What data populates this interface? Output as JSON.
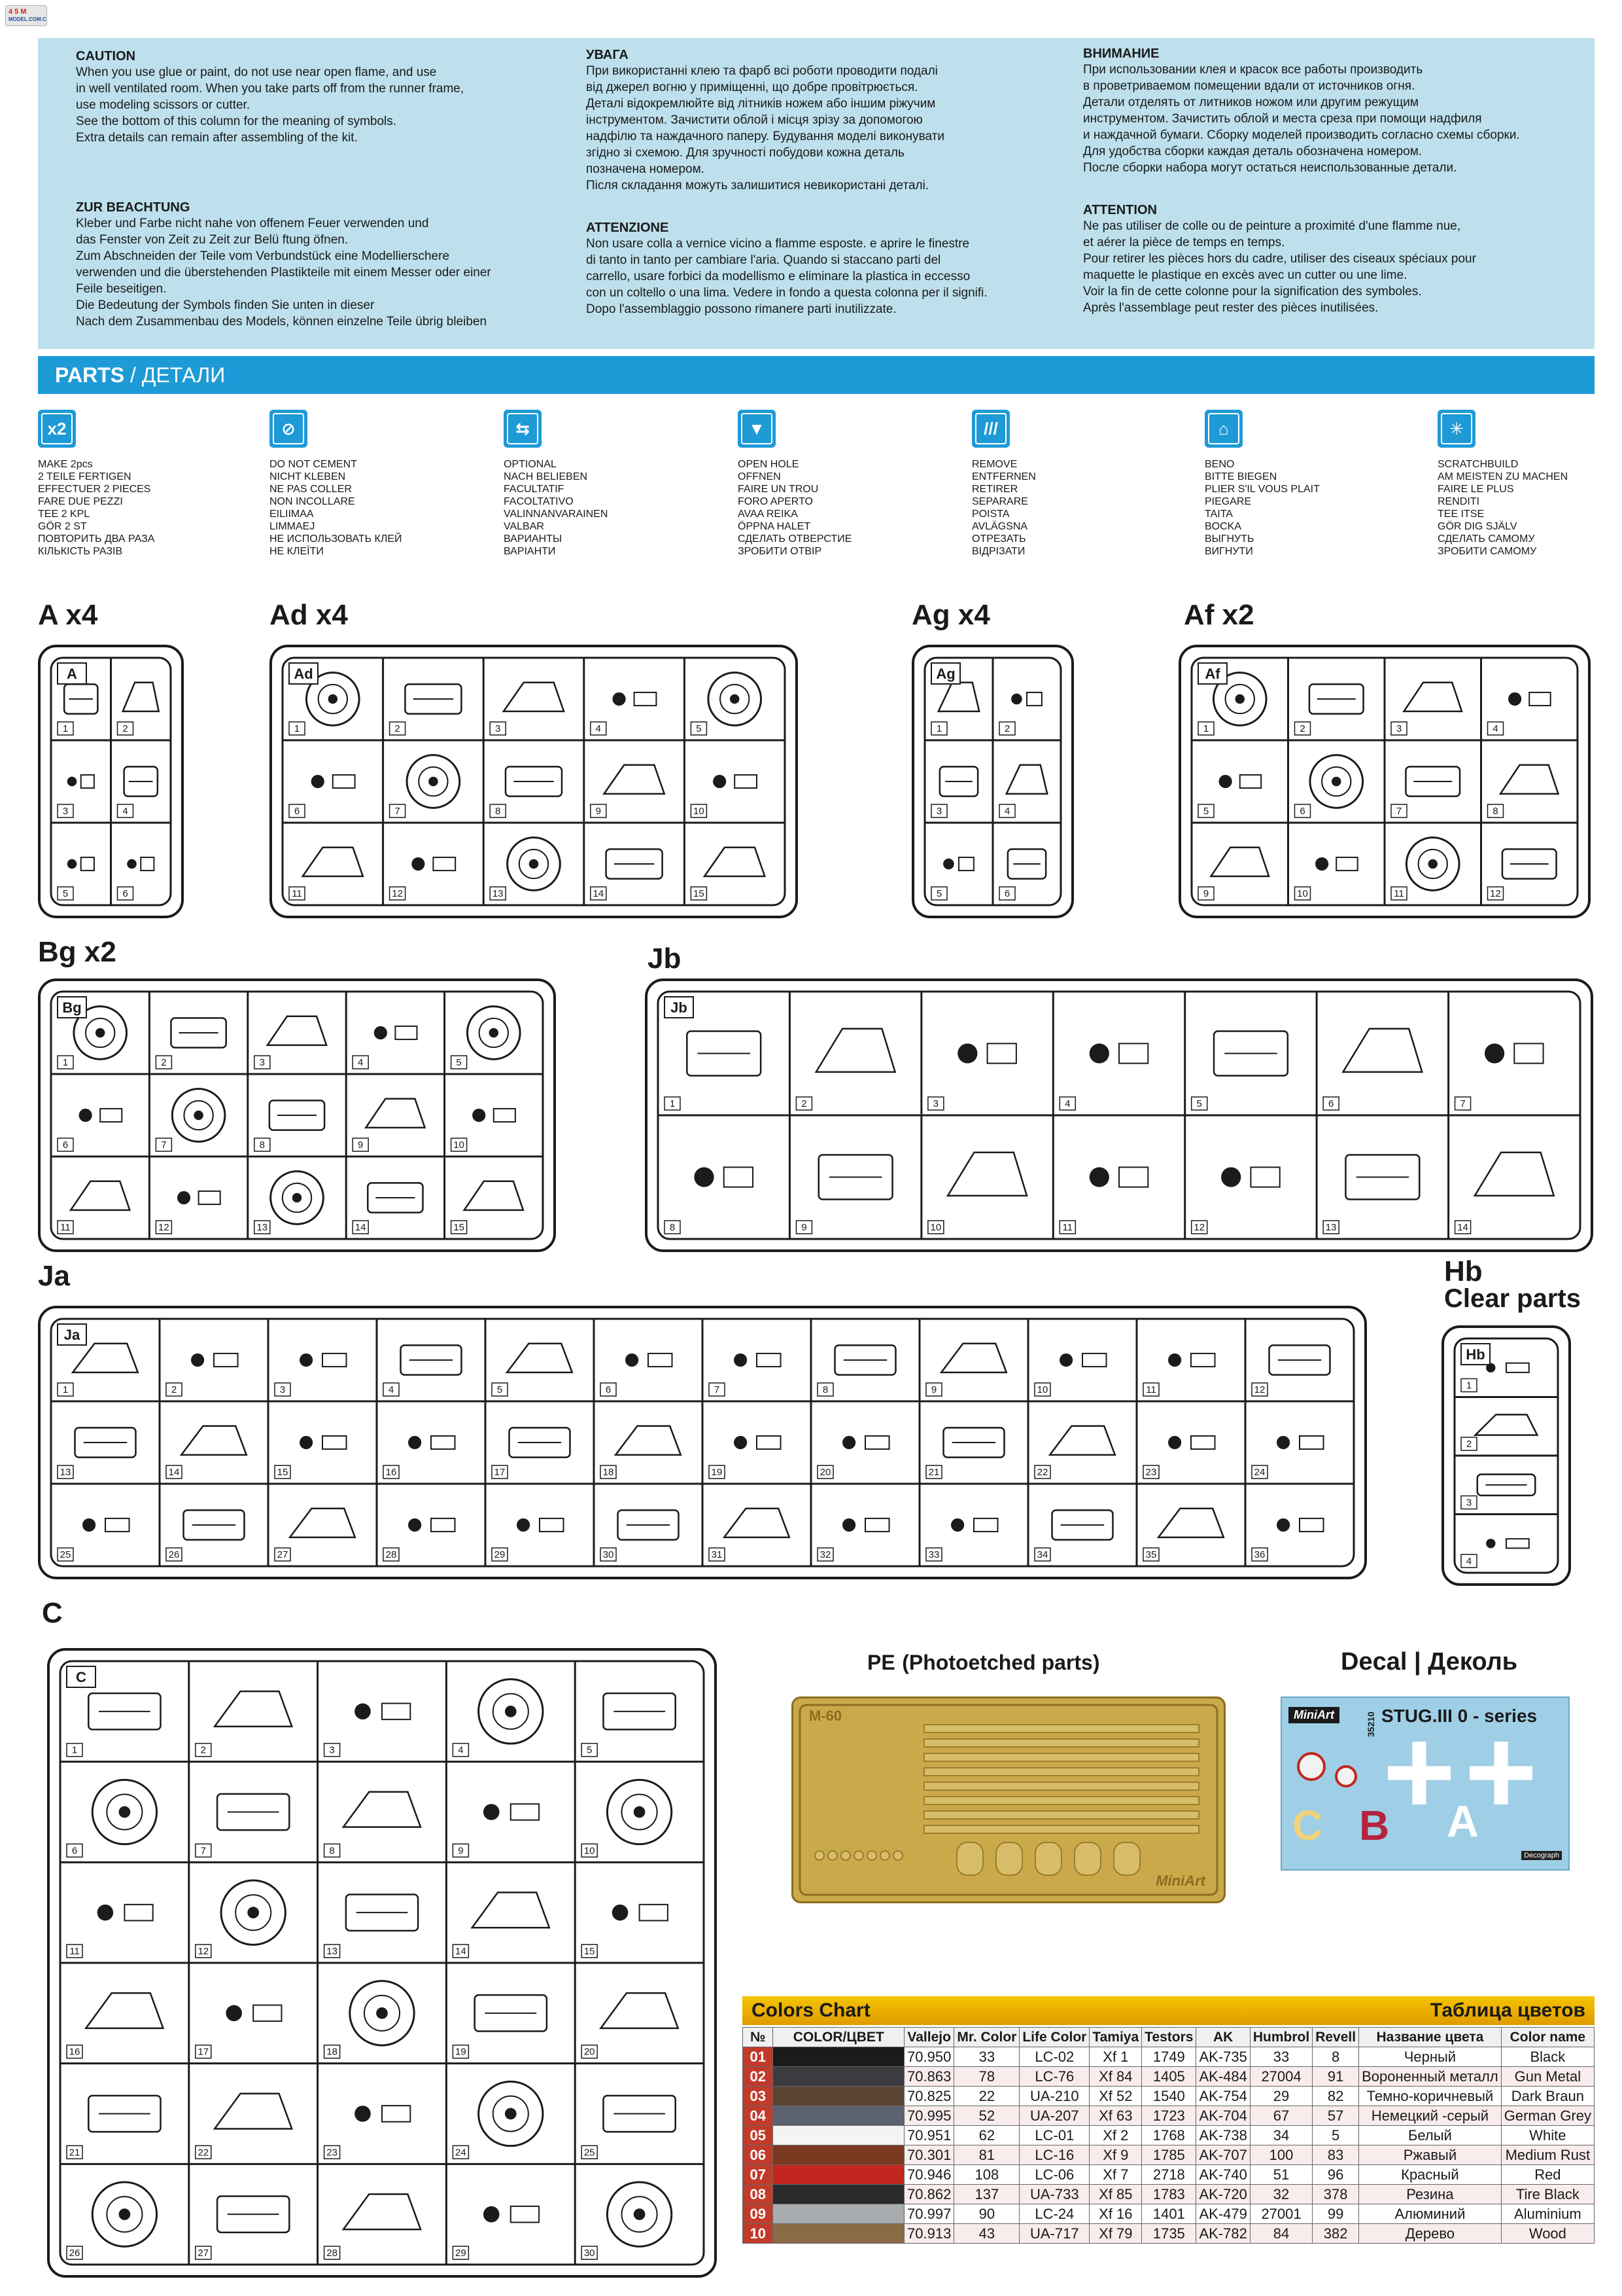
{
  "logo": {
    "mark": "4 5 M",
    "text": "MODEL.COM.CN"
  },
  "caution": {
    "en": {
      "title": "CAUTION",
      "lines": [
        "When you use glue or paint, do not use near open flame, and use",
        "in well ventilated room. When you take parts off from the runner frame,",
        "use modeling scissors or cutter.",
        "See the bottom of this column for the meaning of symbols.",
        "Extra details can remain after assembling of the kit."
      ]
    },
    "de": {
      "title": "ZUR BEACHTUNG",
      "lines": [
        "Kleber und Farbe nicht nahe von offenem Feuer verwenden und",
        "das Fenster von Zeit zu Zeit zur Belü ftung öfnen.",
        "Zum Abschneiden der Teile vom Verbundstück eine Modellierschere",
        "verwenden und die überstehenden Plastikteile mit einem Messer oder einer",
        "Feile beseitigen.",
        "Die Bedeutung der Symbols finden Sie unten in dieser",
        "Nach dem Zusammenbau des Models, können einzelne Teile übrig bleiben"
      ]
    },
    "ua": {
      "title": "УВАГА",
      "lines": [
        "При використанні клею та фарб всі роботи проводити подалі",
        "від джерел вогню у приміщенні, що добре провітрюється.",
        "Деталі відокремлюйте від літників ножем або іншим ріжучим",
        "інструментом. Зачистити облой і місця зрізу за допомогою",
        "надфілю та наждачного паперу. Будування моделі виконувати",
        "згідно зі схемою. Для зручності побудови кожна деталь",
        "позначена номером.",
        "Після складання можуть залишитися невикористані деталі."
      ]
    },
    "it": {
      "title": "ATTENZIONE",
      "lines": [
        "Non usare colla a vernice vicino a flamme esposte. e aprire le finestre",
        "di tanto in tanto per cambiare l'aria. Quando si staccano parti del",
        "carrello, usare forbici da modellismo e eliminare la plastica in eccesso",
        "con un coltello o una lima. Vedere in fondo a questa colonna  per il signifi.",
        "Dopo l'assemblaggio possono rimanere parti inutilizzate."
      ]
    },
    "ru": {
      "title": "ВНИМАНИЕ",
      "lines": [
        "При использовании клея и красок все работы производить",
        "в проветриваемом помещении вдали от источников огня.",
        "Детали отделять от литников ножом или другим режущим",
        "инструментом. Зачистить облой и места среза при помощи надфиля",
        "и наждачной бумаги. Сборку моделей производить согласно схемы сборки.",
        "Для удобства сборки каждая деталь обозначена номером.",
        "После сборки набора могут остаться неиспользованные детали."
      ]
    },
    "fr": {
      "title": "ATTENTION",
      "lines": [
        "Ne pas utiliser de colle ou de peinture a proximité d'une flamme nue,",
        "et aérer la pièce de temps en temps.",
        "Pour retirer les pièces hors du cadre, utiliser des ciseaux spéciaux pour",
        "maquette le plastique en excès avec un cutter ou une lime.",
        "Voir la fin de cette colonne pour la signification des symboles.",
        "Après l'assemblage peut rester des pièces inutilisées."
      ]
    }
  },
  "parts_bar": {
    "title": "PARTS",
    "sep": " / ",
    "title_ru": "ДЕТАЛИ"
  },
  "symbols": [
    {
      "icon": "x2",
      "name": "make-2pcs",
      "lines": [
        "MAKE 2pcs",
        "2 TEILE FERTIGEN",
        "EFFECTUER 2 PIECES",
        "FARE DUE PEZZI",
        "TEE 2 KPL",
        "GÖR 2 ST",
        "ПОВТОРИТЬ ДВА РАЗА",
        "КІЛЬКІСТЬ РАЗІВ"
      ]
    },
    {
      "icon": "⊘",
      "name": "no-cement",
      "lines": [
        "DO NOT CEMENT",
        "NICHT KLEBEN",
        "NE PAS COLLER",
        "NON INCOLLARE",
        "EILIIMAA",
        "LIMMAEJ",
        "НЕ ИСПОЛЬЗОВАТЬ КЛЕЙ",
        "НЕ КЛЕЇТИ"
      ]
    },
    {
      "icon": "⇆",
      "name": "optional",
      "lines": [
        "OPTIONAL",
        "NACH BELIEBEN",
        "FACULTATIF",
        "FACOLTATIVO",
        "VALINNANVARAINEN",
        "VALBAR",
        "ВАРИАНТЫ",
        "ВАРІАНТИ"
      ]
    },
    {
      "icon": "▼",
      "name": "open-hole",
      "lines": [
        "OPEN  HOLE",
        "OFFNEN",
        "FAIRE UN TROU",
        "FORO APERTO",
        "AVAA REIKA",
        "ÖPPNA HALET",
        "СДЕЛАТЬ ОТВЕРСТИЕ",
        "ЗРОБИТИ ОТВІР"
      ]
    },
    {
      "icon": "///",
      "name": "remove",
      "lines": [
        "REMOVE",
        "ENTFERNEN",
        "RETIRER",
        "SEPARARE",
        "POISTA",
        "AVLÄGSNA",
        "ОТРЕЗАТЬ",
        "ВІДРІЗАТИ"
      ]
    },
    {
      "icon": "⌂",
      "name": "bend",
      "lines": [
        "BENO",
        "BITTE BIEGEN",
        "PLIER S'IL VOUS PLAIT",
        "PIEGARE",
        "TAITA",
        "BOCKA",
        "ВЫГНУТЬ",
        "ВИГНУТИ"
      ]
    },
    {
      "icon": "✳",
      "name": "scratchbuild",
      "lines": [
        "SCRATCHBUILD",
        "AM MEISTEN ZU MACHEN",
        "FAIRE LE PLUS",
        "RENDITI",
        "TEE ITSE",
        "GÖR DIG SJÄLV",
        "СДЕЛАТЬ САМОМУ",
        "ЗРОБИТИ САМОМУ"
      ]
    }
  ],
  "sprues": {
    "a": {
      "label": "A x4",
      "tag": "A"
    },
    "ad": {
      "label": "Ad x4",
      "tag": "Ad"
    },
    "ag": {
      "label": "Ag x4",
      "tag": "Ag"
    },
    "af": {
      "label": "Af x2",
      "tag": "Af"
    },
    "bg": {
      "label": "Bg x2",
      "tag": "Bg"
    },
    "jb": {
      "label": "Jb",
      "tag": "Jb"
    },
    "ja": {
      "label": "Ja",
      "tag": "Ja"
    },
    "hb": {
      "label": "Hb",
      "sub": "Clear parts",
      "tag": "Hb"
    },
    "c": {
      "label": "C",
      "tag": "C"
    }
  },
  "pe": {
    "label": "PE",
    "sub": "(Photoetched parts)",
    "code": "M-60",
    "brand": "MiniArt"
  },
  "decal": {
    "label": "Decal",
    "sep": " | ",
    "label_ru": "Деколь",
    "brand": "MiniArt",
    "code": "35210",
    "title": "STUG.III  0 - series",
    "printer": "Decograph",
    "letters": [
      "C",
      "B",
      "A"
    ]
  },
  "colors": {
    "title": "Colors Chart",
    "title_ru": "Таблица цветов",
    "headers": [
      "№",
      "COLOR/ЦВЕТ",
      "Vallejo",
      "Mr. Color",
      "Life Color",
      "Tamiya",
      "Testors",
      "AK",
      "Humbrol",
      "Revell",
      "Название цвета",
      "Color name"
    ],
    "rows": [
      {
        "n": "01",
        "hex": "#1b1b1b",
        "vallejo": "70.950",
        "mr": "33",
        "life": "LC-02",
        "tamiya": "Xf 1",
        "testors": "1749",
        "ak": "AK-735",
        "humbrol": "33",
        "revell": "8",
        "ru": "Черный",
        "en": "Black"
      },
      {
        "n": "02",
        "hex": "#3c3c40",
        "vallejo": "70.863",
        "mr": "78",
        "life": "LC-76",
        "tamiya": "Xf 84",
        "testors": "1405",
        "ak": "AK-484",
        "humbrol": "27004",
        "revell": "91",
        "ru": "Вороненный металл",
        "en": "Gun Metal"
      },
      {
        "n": "03",
        "hex": "#5a4432",
        "vallejo": "70.825",
        "mr": "22",
        "life": "UA-210",
        "tamiya": "Xf 52",
        "testors": "1540",
        "ak": "AK-754",
        "humbrol": "29",
        "revell": "82",
        "ru": "Темно-коричневый",
        "en": "Dark Braun"
      },
      {
        "n": "04",
        "hex": "#5c6270",
        "vallejo": "70.995",
        "mr": "52",
        "life": "UA-207",
        "tamiya": "Xf 63",
        "testors": "1723",
        "ak": "AK-704",
        "humbrol": "67",
        "revell": "57",
        "ru": "Немецкий -серый",
        "en": "German Grey"
      },
      {
        "n": "05",
        "hex": "#f4f4f4",
        "vallejo": "70.951",
        "mr": "62",
        "life": "LC-01",
        "tamiya": "Xf 2",
        "testors": "1768",
        "ak": "AK-738",
        "humbrol": "34",
        "revell": "5",
        "ru": "Белый",
        "en": "White"
      },
      {
        "n": "06",
        "hex": "#7a3a22",
        "vallejo": "70.301",
        "mr": "81",
        "life": "LC-16",
        "tamiya": "Xf 9",
        "testors": "1785",
        "ak": "AK-707",
        "humbrol": "100",
        "revell": "83",
        "ru": "Ржавый",
        "en": "Medium Rust"
      },
      {
        "n": "07",
        "hex": "#c2261e",
        "vallejo": "70.946",
        "mr": "108",
        "life": "LC-06",
        "tamiya": "Xf 7",
        "testors": "2718",
        "ak": "AK-740",
        "humbrol": "51",
        "revell": "96",
        "ru": "Красный",
        "en": "Red"
      },
      {
        "n": "08",
        "hex": "#2a2a2a",
        "vallejo": "70.862",
        "mr": "137",
        "life": "UA-733",
        "tamiya": "Xf 85",
        "testors": "1783",
        "ak": "AK-720",
        "humbrol": "32",
        "revell": "378",
        "ru": "Резина",
        "en": "Tire Black"
      },
      {
        "n": "09",
        "hex": "#a9acae",
        "vallejo": "70.997",
        "mr": "90",
        "life": "LC-24",
        "tamiya": "Xf 16",
        "testors": "1401",
        "ak": "AK-479",
        "humbrol": "27001",
        "revell": "99",
        "ru": "Алюминий",
        "en": "Aluminium"
      },
      {
        "n": "10",
        "hex": "#8a6b45",
        "vallejo": "70.913",
        "mr": "43",
        "life": "UA-717",
        "tamiya": "Xf 79",
        "testors": "1735",
        "ak": "AK-782",
        "humbrol": "84",
        "revell": "382",
        "ru": "Дерево",
        "en": "Wood"
      }
    ]
  }
}
